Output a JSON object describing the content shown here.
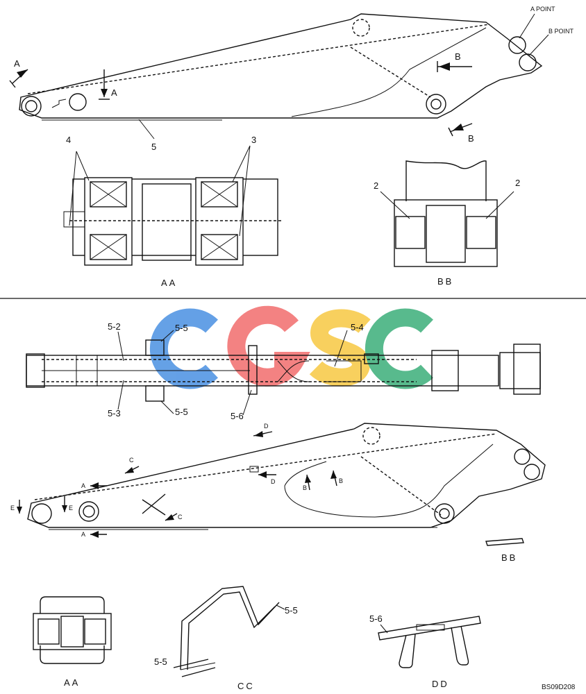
{
  "labels": {
    "view_a": "A",
    "view_a_mid": "A",
    "view_b_top": "B",
    "view_b_bottom": "B",
    "a_point": "A POINT",
    "b_point": "B POINT",
    "part_5": "5",
    "part_4": "4",
    "part_3": "3",
    "part_2_left": "2",
    "part_2_right": "2",
    "section_aa_top": "AA",
    "section_bb_top": "BB",
    "part_5_2": "5-2",
    "part_5_3": "5-3",
    "part_5_5_top": "5-5",
    "part_5_5_bottom": "5-5",
    "part_5_4": "5-4",
    "part_5_6": "5-6",
    "arrow_d_top": "D",
    "arrow_c_top": "C",
    "arrow_d_mid": "D",
    "arrow_b_1": "B",
    "arrow_b_2": "B",
    "arrow_a_upper": "A",
    "arrow_a_lower": "A",
    "arrow_e_1": "E",
    "arrow_e_2": "E",
    "arrow_c_bottom": "C",
    "section_bb_lower": "BB",
    "section_aa_lower": "AA",
    "section_cc": "CC",
    "section_dd": "DD",
    "dd_part": "5-6",
    "cc_part_upper": "5-5",
    "cc_part_lower": "5-5",
    "drawing_id": "BS09D208"
  },
  "watermark": {
    "letters": [
      "C",
      "G",
      "S",
      "C"
    ],
    "colors": [
      "#4a90e2",
      "#f26d6d",
      "#f7c843",
      "#3cae7a"
    ]
  }
}
